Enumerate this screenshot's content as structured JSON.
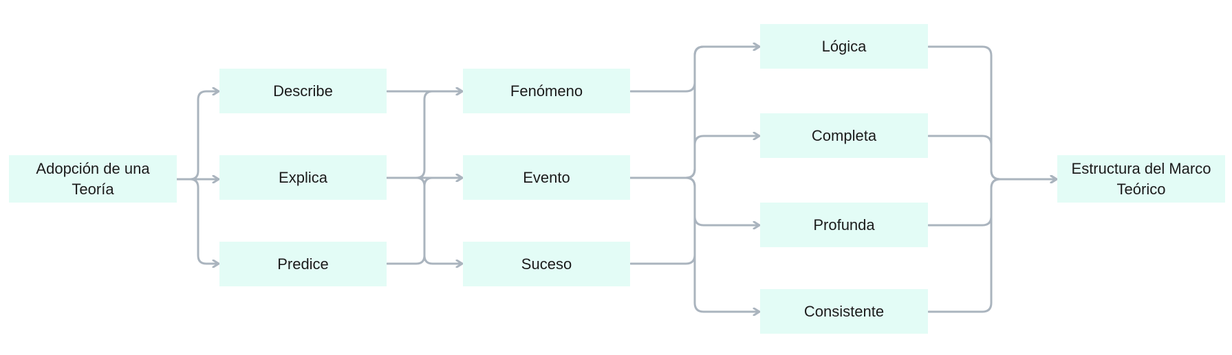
{
  "nodes": {
    "root": "Adopción de una Teoría",
    "describe": "Describe",
    "explica": "Explica",
    "predice": "Predice",
    "fenomeno": "Fenómeno",
    "evento": "Evento",
    "suceso": "Suceso",
    "logica": "Lógica",
    "completa": "Completa",
    "profunda": "Profunda",
    "consistente": "Consistente",
    "result": "Estructura del Marco Teórico"
  },
  "colors": {
    "node_fill": "#e3fcf6",
    "connector": "#aab4be",
    "text": "#1b1b1b"
  }
}
